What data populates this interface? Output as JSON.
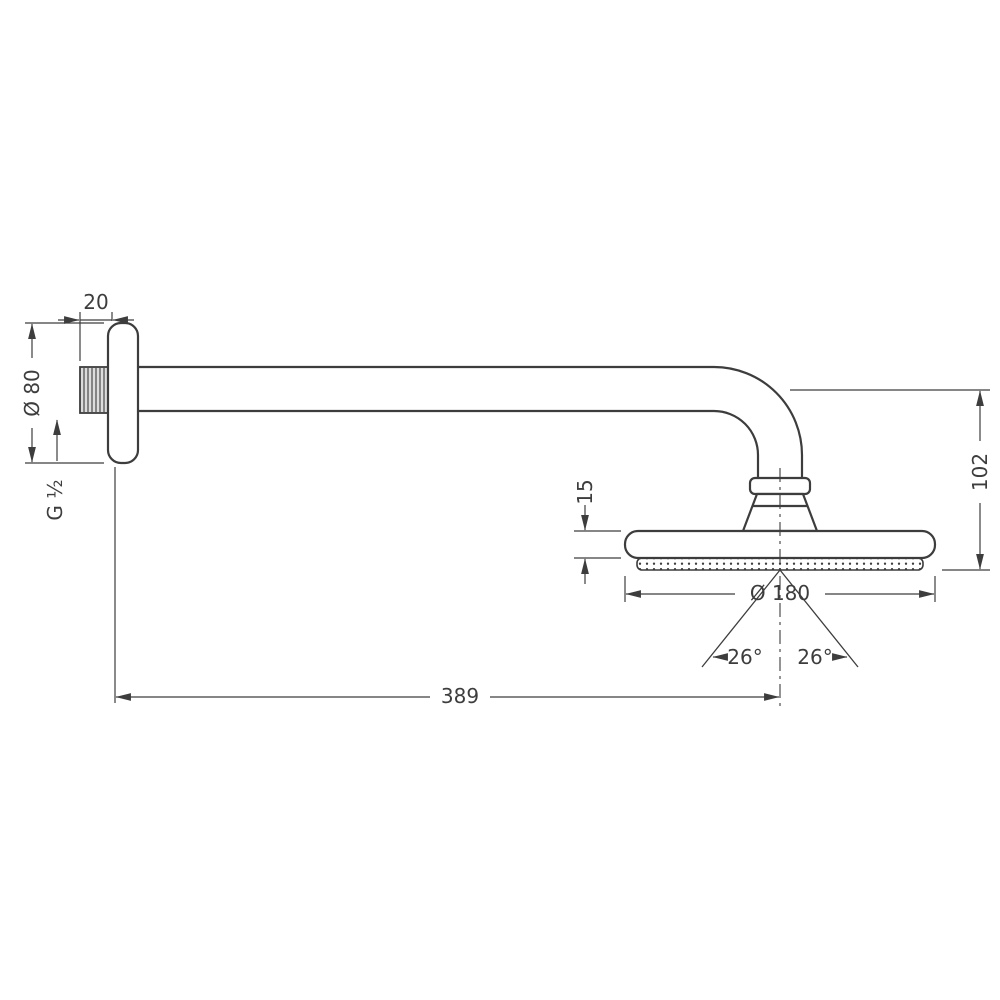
{
  "drawing": {
    "type": "technical-dimension-drawing",
    "subject": "overhead shower with shower arm, side view",
    "colors": {
      "line": "#3d3d3d",
      "background": "#ffffff"
    },
    "dimensions": {
      "wall_offset": "20",
      "flange_diameter": "Ø 80",
      "thread_size": "G ½",
      "drop_height": "102",
      "head_thickness": "15",
      "head_diameter": "Ø 180",
      "spray_angle_left": "26°",
      "spray_angle_right": "26°",
      "arm_length": "389"
    }
  }
}
